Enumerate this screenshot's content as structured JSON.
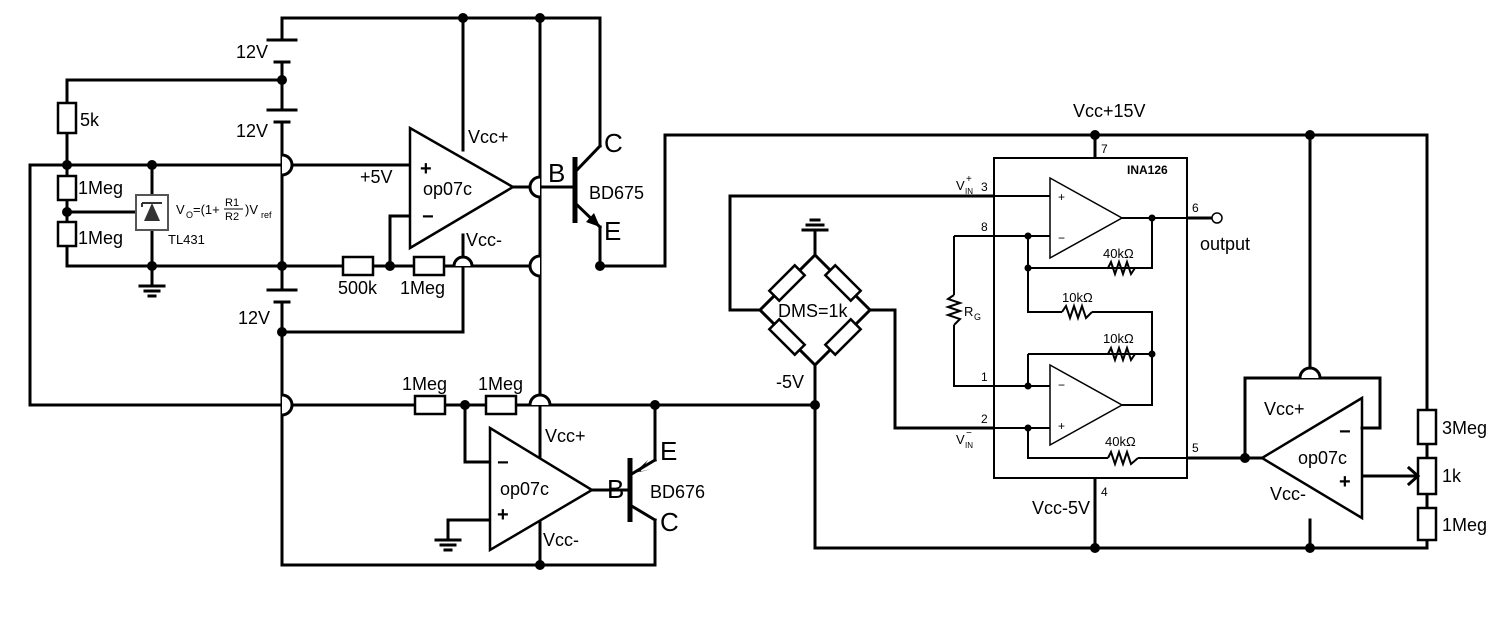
{
  "supplies": {
    "battery_top": "12V",
    "battery_mid": "12V",
    "battery_low": "12V",
    "plus5": "+5V",
    "vcc_15": "Vcc+15V",
    "vcc_minus5": "Vcc-5V",
    "minus5": "-5V"
  },
  "resistors": {
    "r_5k": "5k",
    "r_1meg_a": "1Meg",
    "r_1meg_b": "1Meg",
    "r_500k": "500k",
    "r_1meg_fb": "1Meg",
    "r_1meg_low_a": "1Meg",
    "r_1meg_low_b": "1Meg",
    "r_3meg": "3Meg",
    "r_1k_pot": "1k",
    "r_1meg_right": "1Meg"
  },
  "tl431": {
    "formula_vo": "V",
    "formula_vo_sub": "O",
    "formula_eq": "=(1+",
    "formula_r1": "R1",
    "formula_r2": "R2",
    "formula_close": ")V",
    "formula_ref_sub": "ref",
    "name": "TL431"
  },
  "opamps": {
    "top": {
      "name": "op07c",
      "vcc_plus": "Vcc+",
      "vcc_minus": "Vcc-",
      "plus": "+",
      "minus": "−"
    },
    "bottom": {
      "name": "op07c",
      "vcc_plus": "Vcc+",
      "vcc_minus": "Vcc-",
      "plus": "+",
      "minus": "−"
    },
    "right": {
      "name": "op07c",
      "vcc_plus": "Vcc+",
      "vcc_minus": "Vcc-",
      "plus": "+",
      "minus": "−"
    }
  },
  "transistors": {
    "q1": {
      "name": "BD675",
      "b": "B",
      "c": "C",
      "e": "E"
    },
    "q2": {
      "name": "BD676",
      "b": "B",
      "c": "C",
      "e": "E"
    }
  },
  "bridge": {
    "label": "DMS=1k"
  },
  "ina126": {
    "name": "INA126",
    "vin_plus": "V",
    "vin_plus_sub": "IN",
    "vin_plus_sup": "+",
    "vin_minus": "V",
    "vin_minus_sub": "IN",
    "vin_minus_sup": "−",
    "pin3": "3",
    "pin8": "8",
    "pin1": "1",
    "pin2": "2",
    "pin6": "6",
    "pin5": "5",
    "pin7": "7",
    "pin4": "4",
    "r40k_top": "40kΩ",
    "r10k_a": "10kΩ",
    "r10k_b": "10kΩ",
    "r40k_bot": "40kΩ",
    "rg": "R",
    "rg_sub": "G",
    "output": "output",
    "plus": "+",
    "minus": "−"
  }
}
